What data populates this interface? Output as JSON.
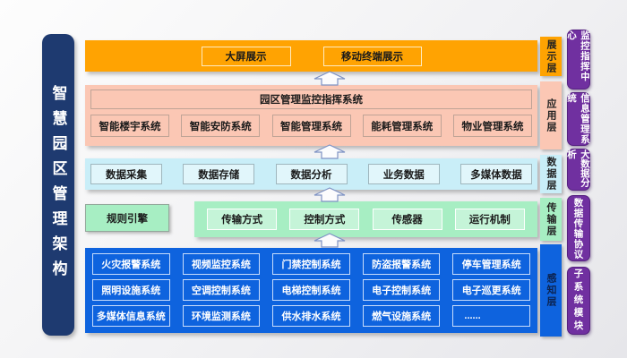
{
  "title": "智慧园区管理架构",
  "colors": {
    "title_navy": "#1e3a70",
    "display_orange": "#FFA302",
    "application_salmon": "#FBC7B4",
    "data_cyan": "#C9EEF8",
    "transmission_green": "#A7EEC3",
    "perception_blue": "#0E63DE",
    "module_purple": "#7030A0"
  },
  "layers": {
    "display": {
      "label": "展示层",
      "items": [
        "大屏展示",
        "移动终端展示"
      ]
    },
    "application": {
      "label": "应用层",
      "main_system": "园区管理监控指挥系统",
      "items": [
        "智能楼宇系统",
        "智能安防系统",
        "智能管理系统",
        "能耗管理系统",
        "物业管理系统"
      ]
    },
    "data": {
      "label": "数据层",
      "items": [
        "数据采集",
        "数据存储",
        "数据分析",
        "业务数据",
        "多媒体数据"
      ]
    },
    "transmission": {
      "label": "传输层",
      "engine": "规则引擎",
      "items": [
        "传输方式",
        "控制方式",
        "传感器",
        "运行机制"
      ]
    },
    "perception": {
      "label": "感知层",
      "rows": [
        [
          "火灾报警系统",
          "视频监控系统",
          "门禁控制系统",
          "防盗报警系统",
          "停车管理系统"
        ],
        [
          "照明设施系统",
          "空调控制系统",
          "电梯控制系统",
          "电子控制系统",
          "电子巡更系统"
        ],
        [
          "多媒体信息系统",
          "环境监测系统",
          "供水排水系统",
          "燃气设施系统",
          "......"
        ]
      ]
    }
  },
  "right_modules": [
    "监控指挥中心",
    "信息管理系统",
    "大数据分析",
    "数据传输协议",
    "子系统模块"
  ]
}
